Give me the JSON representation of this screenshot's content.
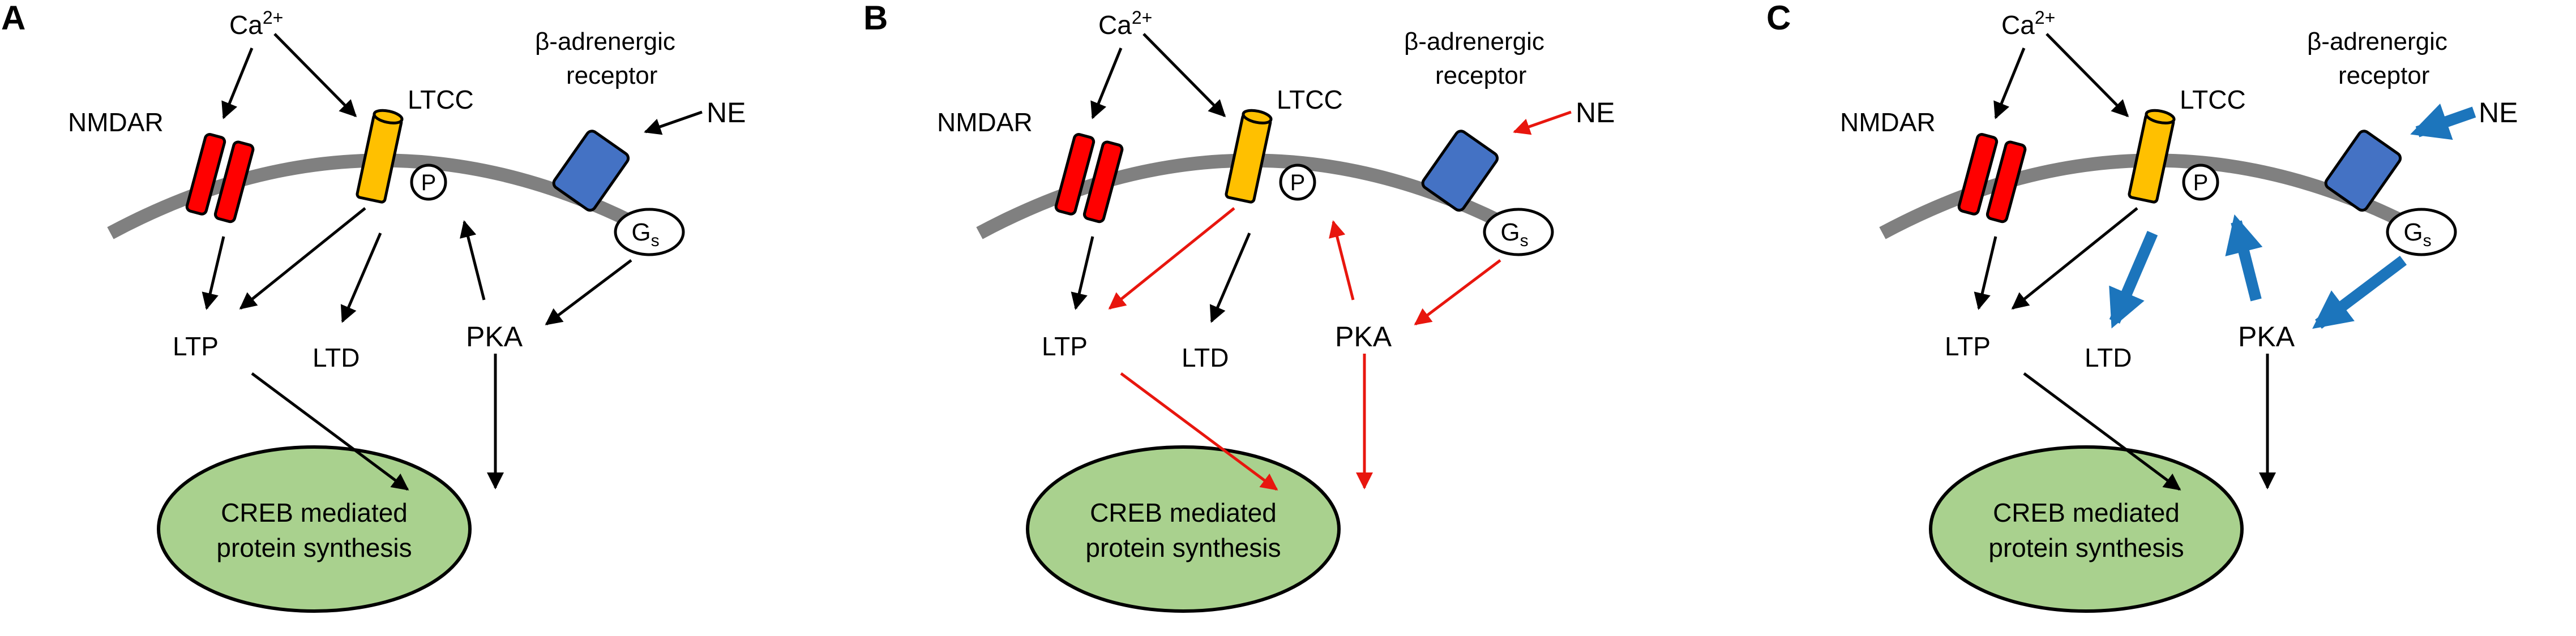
{
  "colors": {
    "black": "#000000",
    "red": "#e8160e",
    "blue": "#1c75bc",
    "nmdar_fill": "#ff0000",
    "ltcc_fill": "#ffc000",
    "receptor_fill": "#4472c4",
    "membrane": "#808080",
    "creb_fill": "#a9d18e"
  },
  "panels": [
    {
      "letter": "A",
      "labels": {
        "ca": "Ca",
        "ca_sup": "2+",
        "nmdar": "NMDAR",
        "ltcc": "LTCC",
        "receptor_line1": "β-adrenergic",
        "receptor_line2": "receptor",
        "ne": "NE",
        "p": "P",
        "gs": "G",
        "gs_sub": "s",
        "ltp": "LTP",
        "ltd": "LTD",
        "pka": "PKA",
        "creb_line1": "CREB mediated",
        "creb_line2": "protein synthesis"
      },
      "arrow_colors": {
        "ca_nmdar": "black",
        "ca_ltcc": "black",
        "ne_receptor": "black",
        "nmdar_ltp": "black",
        "ltcc_ltp": "black",
        "ltcc_ltd": "black",
        "pka_p": "black",
        "gs_pka": "black",
        "ltp_creb": "black",
        "pka_creb": "black"
      },
      "arrow_weights": {
        "ne_receptor": "normal",
        "ltcc_ltd": "normal",
        "pka_p": "normal",
        "gs_pka": "normal"
      }
    },
    {
      "letter": "B",
      "labels": {
        "ca": "Ca",
        "ca_sup": "2+",
        "nmdar": "NMDAR",
        "ltcc": "LTCC",
        "receptor_line1": "β-adrenergic",
        "receptor_line2": "receptor",
        "ne": "NE",
        "p": "P",
        "gs": "G",
        "gs_sub": "s",
        "ltp": "LTP",
        "ltd": "LTD",
        "pka": "PKA",
        "creb_line1": "CREB mediated",
        "creb_line2": "protein synthesis"
      },
      "arrow_colors": {
        "ca_nmdar": "black",
        "ca_ltcc": "black",
        "ne_receptor": "red",
        "nmdar_ltp": "black",
        "ltcc_ltp": "red",
        "ltcc_ltd": "black",
        "pka_p": "red",
        "gs_pka": "red",
        "ltp_creb": "red",
        "pka_creb": "red"
      },
      "arrow_weights": {
        "ne_receptor": "normal",
        "ltcc_ltd": "normal",
        "pka_p": "normal",
        "gs_pka": "normal"
      }
    },
    {
      "letter": "C",
      "labels": {
        "ca": "Ca",
        "ca_sup": "2+",
        "nmdar": "NMDAR",
        "ltcc": "LTCC",
        "receptor_line1": "β-adrenergic",
        "receptor_line2": "receptor",
        "ne": "NE",
        "p": "P",
        "gs": "G",
        "gs_sub": "s",
        "ltp": "LTP",
        "ltd": "LTD",
        "pka": "PKA",
        "creb_line1": "CREB mediated",
        "creb_line2": "protein synthesis"
      },
      "arrow_colors": {
        "ca_nmdar": "black",
        "ca_ltcc": "black",
        "ne_receptor": "blue",
        "nmdar_ltp": "black",
        "ltcc_ltp": "black",
        "ltcc_ltd": "blue",
        "pka_p": "blue",
        "gs_pka": "blue",
        "ltp_creb": "black",
        "pka_creb": "black"
      },
      "arrow_weights": {
        "ne_receptor": "thick",
        "ltcc_ltd": "thick",
        "pka_p": "thick",
        "gs_pka": "thick"
      }
    }
  ]
}
